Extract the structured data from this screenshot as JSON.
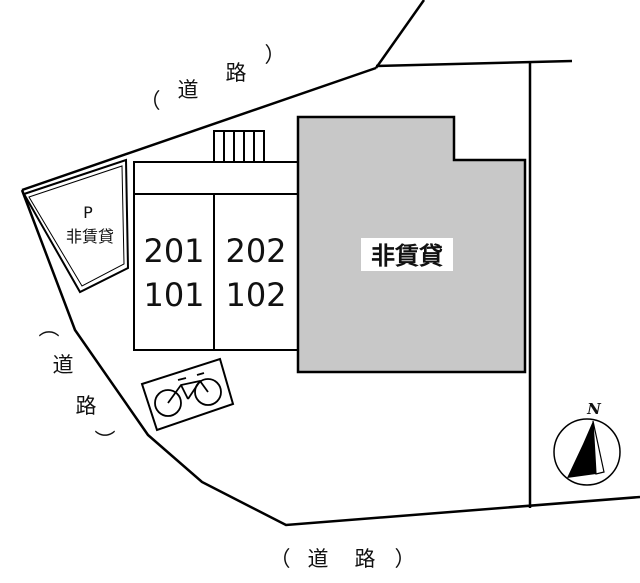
{
  "roads": {
    "top_left": [
      "（",
      "道",
      "路",
      "）"
    ],
    "left": [
      "（",
      "道",
      "路",
      "）"
    ],
    "bottom": [
      "（",
      "道",
      "路",
      "）"
    ]
  },
  "parking": {
    "letter": "P",
    "label": "非賃貸"
  },
  "units": {
    "left_column": [
      "201",
      "101"
    ],
    "right_column": [
      "202",
      "102"
    ]
  },
  "non_rental_building": {
    "label": "非賃貸",
    "fill": "#c8c8c8"
  },
  "bicycle_parking": {
    "icon": "bicycle-icon"
  },
  "compass": {
    "label": "N",
    "icon": "north-arrow-icon"
  }
}
